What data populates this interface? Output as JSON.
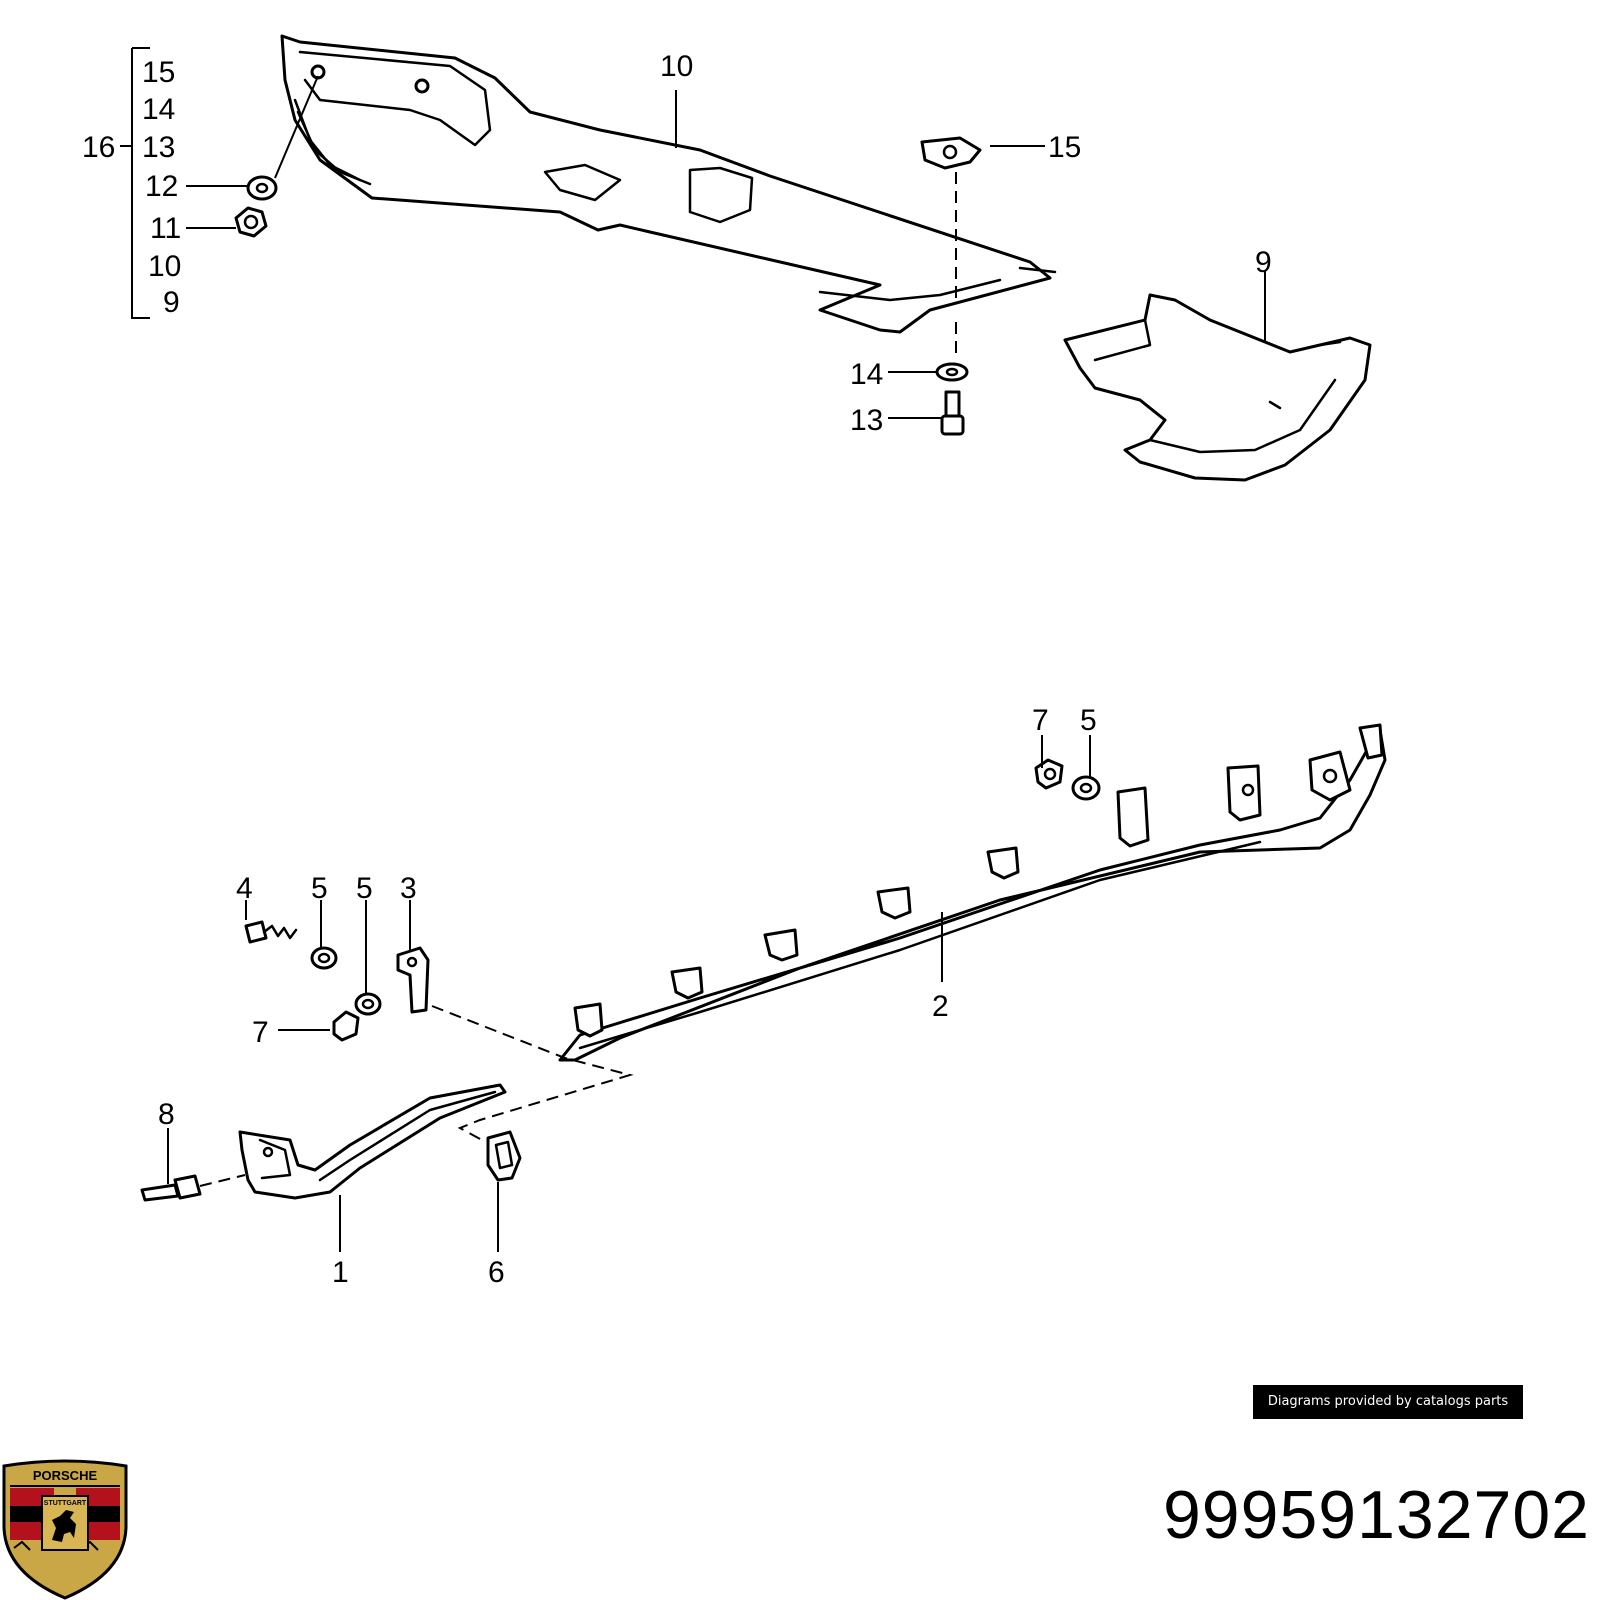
{
  "diagram": {
    "callouts": [
      "15",
      "14",
      "16",
      "13",
      "12",
      "11",
      "10",
      "9",
      "15",
      "14",
      "13",
      "10",
      "9",
      "7",
      "5",
      "4",
      "5",
      "5",
      "3",
      "7",
      "2",
      "8",
      "1",
      "6"
    ]
  },
  "credit": "Diagrams provided by catalogs parts",
  "part_number": "99959132702",
  "logo": {
    "wordmark": "PORSCHE",
    "city": "STUTTGART"
  }
}
